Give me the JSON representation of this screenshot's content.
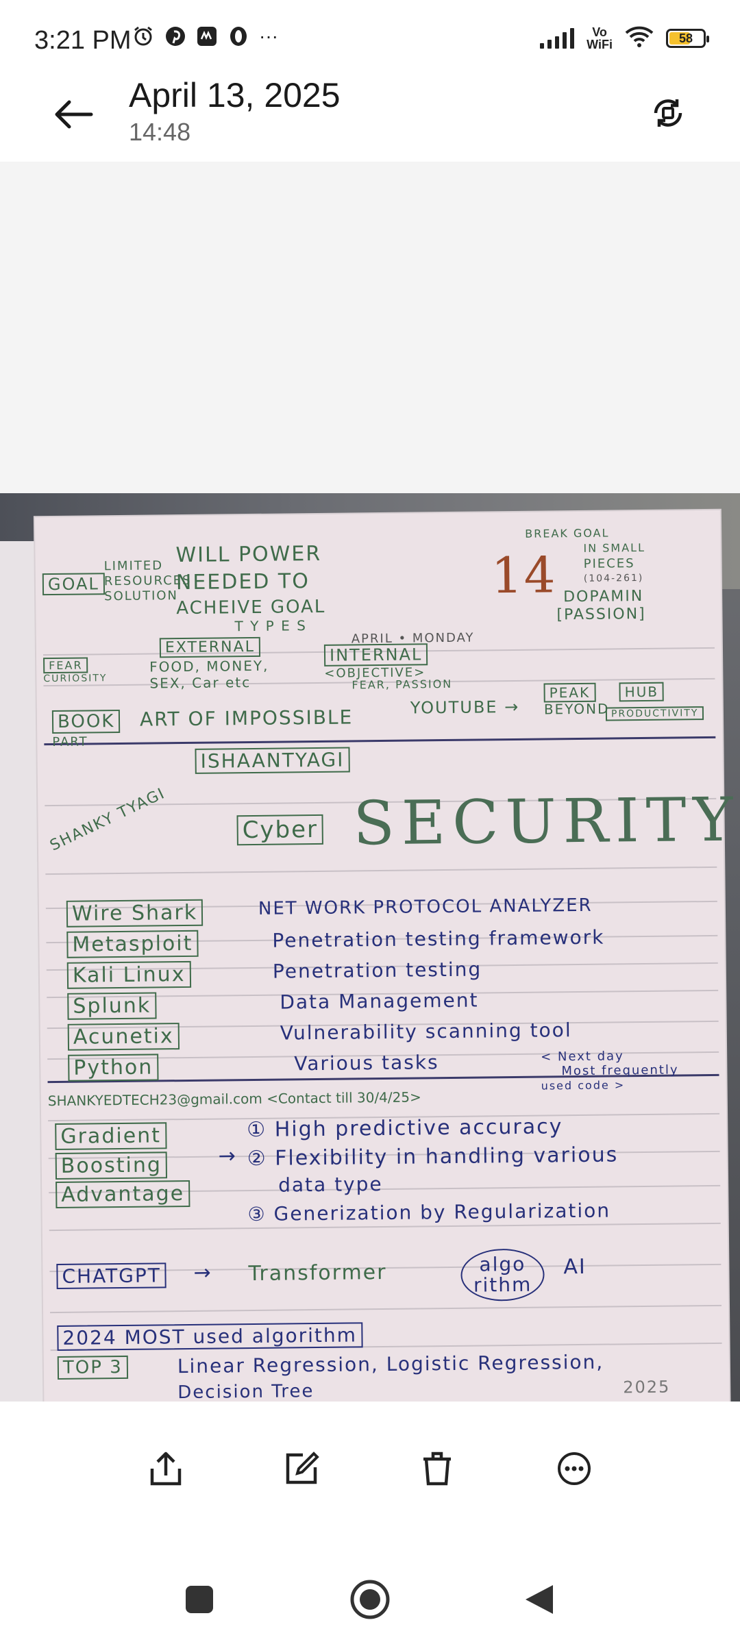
{
  "status_bar": {
    "time": "3:21 PM",
    "more_indicator": "···",
    "vowifi_top": "Vo",
    "vowifi_bottom": "WiFi",
    "battery_level": "58"
  },
  "header": {
    "date": "April 13, 2025",
    "time": "14:48"
  },
  "note": {
    "goal": "GOAL",
    "limited": "LIMITED",
    "resources": "RESOURCES",
    "solution": "SOLUTION",
    "will_power": "WILL POWER",
    "needed_to": "NEEDED TO",
    "acheive_goal": "ACHEIVE GOAL",
    "types": "T Y P E S",
    "day_number": "14",
    "april_monday": "APRIL • MONDAY",
    "break_goal": "BREAK GOAL",
    "in_small": "IN SMALL",
    "pieces": "PIECES",
    "pages_ref": "(104-261)",
    "dopamin": "DOPAMIN",
    "passion": "[PASSION]",
    "fear": "FEAR",
    "curiosity": "CURIOSITY",
    "external": "EXTERNAL",
    "food_money": "FOOD, MONEY,",
    "sex_car": "SEX, Car etc",
    "internal": "INTERNAL",
    "objective": "<OBJECTIVE>",
    "fear_passion": "FEAR, PASSION",
    "book": "BOOK",
    "part": "PART",
    "art_of_impossible": "ART OF IMPOSSIBLE",
    "youtube": "YOUTUBE →",
    "peak": "PEAK",
    "hub": "HUB",
    "beyond": "BEYOND",
    "productivity": "PRODUCTIVITY",
    "ishaan": "ISHAANTYAGI",
    "shanky": "SHANKY TYAGI",
    "cyber": "Cyber",
    "security": "SECURITY",
    "tools": [
      {
        "name": "Wire Shark",
        "desc": "NET WORK PROTOCOL ANALYZER"
      },
      {
        "name": "Metasploit",
        "desc": "Penetration testing framework"
      },
      {
        "name": "Kali Linux",
        "desc": "Penetration testing"
      },
      {
        "name": "Splunk",
        "desc": "Data Management"
      },
      {
        "name": "Acunetix",
        "desc": "Vulnerability scanning tool"
      },
      {
        "name": "Python",
        "desc": "Various tasks"
      }
    ],
    "next_day": "< Next day",
    "most_frequently": "Most frequently",
    "used_code": "used code >",
    "email_line": "SHANKYEDTECH23@gmail.com <Contact till 30/4/25>",
    "gb1": "Gradient",
    "gb2": "Boosting",
    "gb3": "Advantage",
    "adv1": "① High predictive accuracy",
    "adv2": "② Flexibility in handling various",
    "adv2b": "data type",
    "adv3": "③ Generization by Regularization",
    "chatgpt": "CHATGPT",
    "transformer": "Transformer",
    "algo": "algo rithm",
    "ai": "AI",
    "most_used": "2024 MOST used algorithm",
    "top3": "TOP 3",
    "top3_list": "Linear Regression, Logistic Regression,",
    "decision_tree": "Decision Tree",
    "year_mark": "2025"
  },
  "icons": {
    "back": "back-arrow-icon",
    "rotate": "rotate-icon",
    "share": "share-icon",
    "edit": "edit-icon",
    "delete": "trash-icon",
    "more": "more-icon"
  }
}
